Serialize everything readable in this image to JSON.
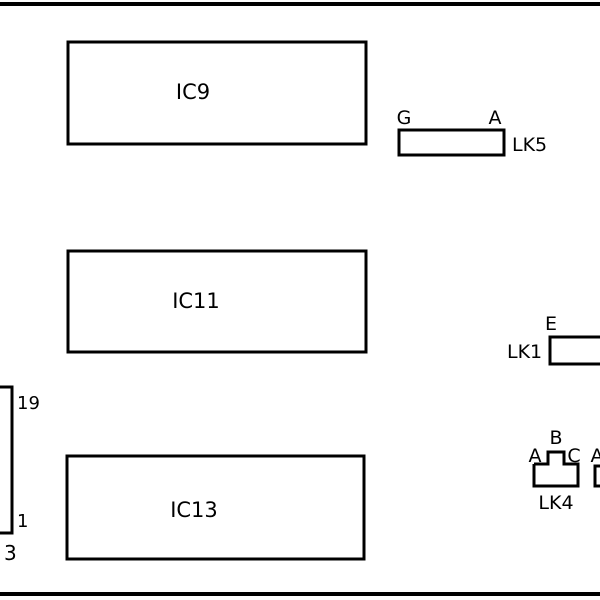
{
  "components": {
    "ic9": {
      "label": "IC9"
    },
    "ic11": {
      "label": "IC11"
    },
    "ic13": {
      "label": "IC13"
    }
  },
  "links": {
    "lk5": {
      "label": "LK5",
      "pin_left": "G",
      "pin_right": "A"
    },
    "lk1": {
      "label": "LK1",
      "pin_top": "E"
    },
    "lk4": {
      "label": "LK4",
      "pin_a": "A",
      "pin_b": "B",
      "pin_c": "C"
    },
    "partial_right_pin": "A"
  },
  "connector": {
    "pin_top": "19",
    "pin_bottom": "1",
    "label_fragment": "3"
  },
  "colors": {
    "ink": "#000000",
    "paper": "#ffffff"
  }
}
